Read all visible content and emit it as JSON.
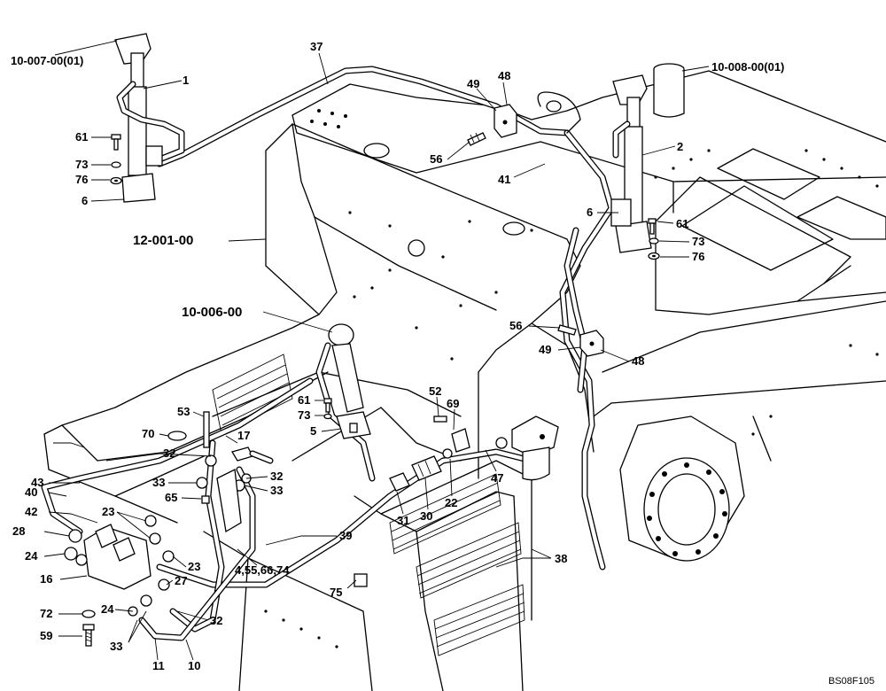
{
  "assemblies": {
    "top_left": "10-007-00(01)",
    "top_right": "10-008-00(01)",
    "frame": "12-001-00",
    "lever": "10-006-00"
  },
  "labels": {
    "l1": "1",
    "l2": "2",
    "l37": "37",
    "l48a": "48",
    "l49a": "49",
    "l56a": "56",
    "l41": "41",
    "l61a": "61",
    "l73a": "73",
    "l76a": "76",
    "l6a": "6",
    "l6b": "6",
    "l61b": "61",
    "l73b": "73",
    "l76b": "76",
    "l56b": "56",
    "l49b": "49",
    "l48b": "48",
    "l52": "52",
    "l69": "69",
    "l61c": "61",
    "l73c": "73",
    "l5": "5",
    "l53": "53",
    "l70": "70",
    "l17": "17",
    "l32a": "32",
    "l43": "43",
    "l40": "40",
    "l33a": "33",
    "l65": "65",
    "l32b": "32",
    "l33b": "33",
    "l42": "42",
    "l23a": "23",
    "l28": "28",
    "l24a": "24",
    "l16": "16",
    "l23b": "23",
    "l27": "27",
    "l24b": "24",
    "l72": "72",
    "l59": "59",
    "l33c": "33",
    "l11": "11",
    "l10": "10",
    "l32c": "32",
    "l4": "4,55,66,74",
    "l39": "39",
    "l31": "31",
    "l30": "30",
    "l22": "22",
    "l47": "47",
    "l38": "38",
    "l75": "75"
  },
  "drawing_ref": "BS08F105"
}
